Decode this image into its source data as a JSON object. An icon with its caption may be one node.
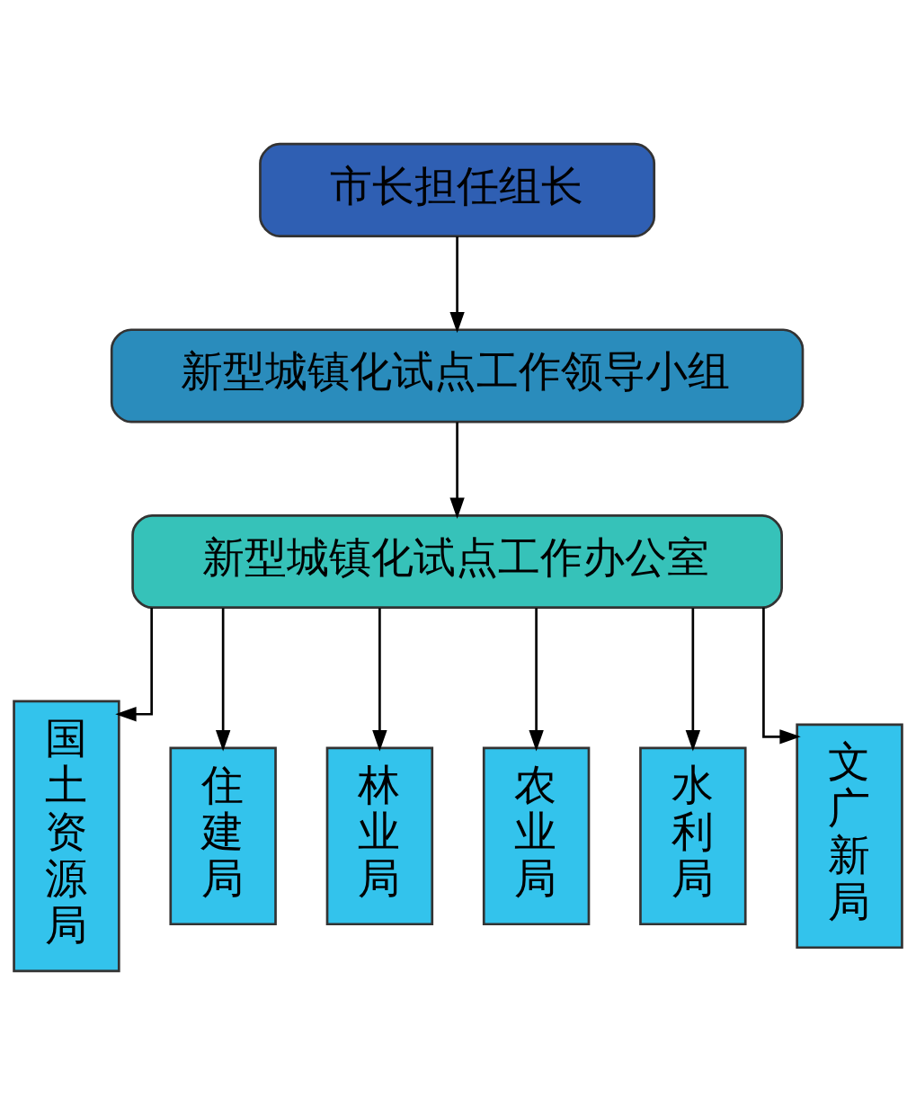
{
  "diagram": {
    "nodes": [
      {
        "text": [
          "市长担任组长"
        ]
      },
      {
        "text": [
          "新型城镇化试点工作领导小组"
        ]
      },
      {
        "text": [
          "新型城镇化试点工作办公室"
        ]
      },
      {
        "text": [
          "国土资源局"
        ]
      },
      {
        "text": [
          "住建局"
        ]
      },
      {
        "text": [
          "林业局"
        ]
      },
      {
        "text": [
          "农业局"
        ]
      },
      {
        "text": [
          "水利局"
        ]
      },
      {
        "text": [
          "文广新局"
        ]
      }
    ],
    "edges": [
      {
        "from": 0,
        "to": 1,
        "arrow": "to"
      },
      {
        "from": 1,
        "to": 2,
        "arrow": "to"
      },
      {
        "from": 2,
        "to": 3,
        "arrow": "to"
      },
      {
        "from": 2,
        "to": 4,
        "arrow": "to"
      },
      {
        "from": 2,
        "to": 5,
        "arrow": "to"
      },
      {
        "from": 2,
        "to": 6,
        "arrow": "to"
      },
      {
        "from": 2,
        "to": 7,
        "arrow": "to"
      },
      {
        "from": 2,
        "to": 8,
        "arrow": "to"
      }
    ]
  }
}
